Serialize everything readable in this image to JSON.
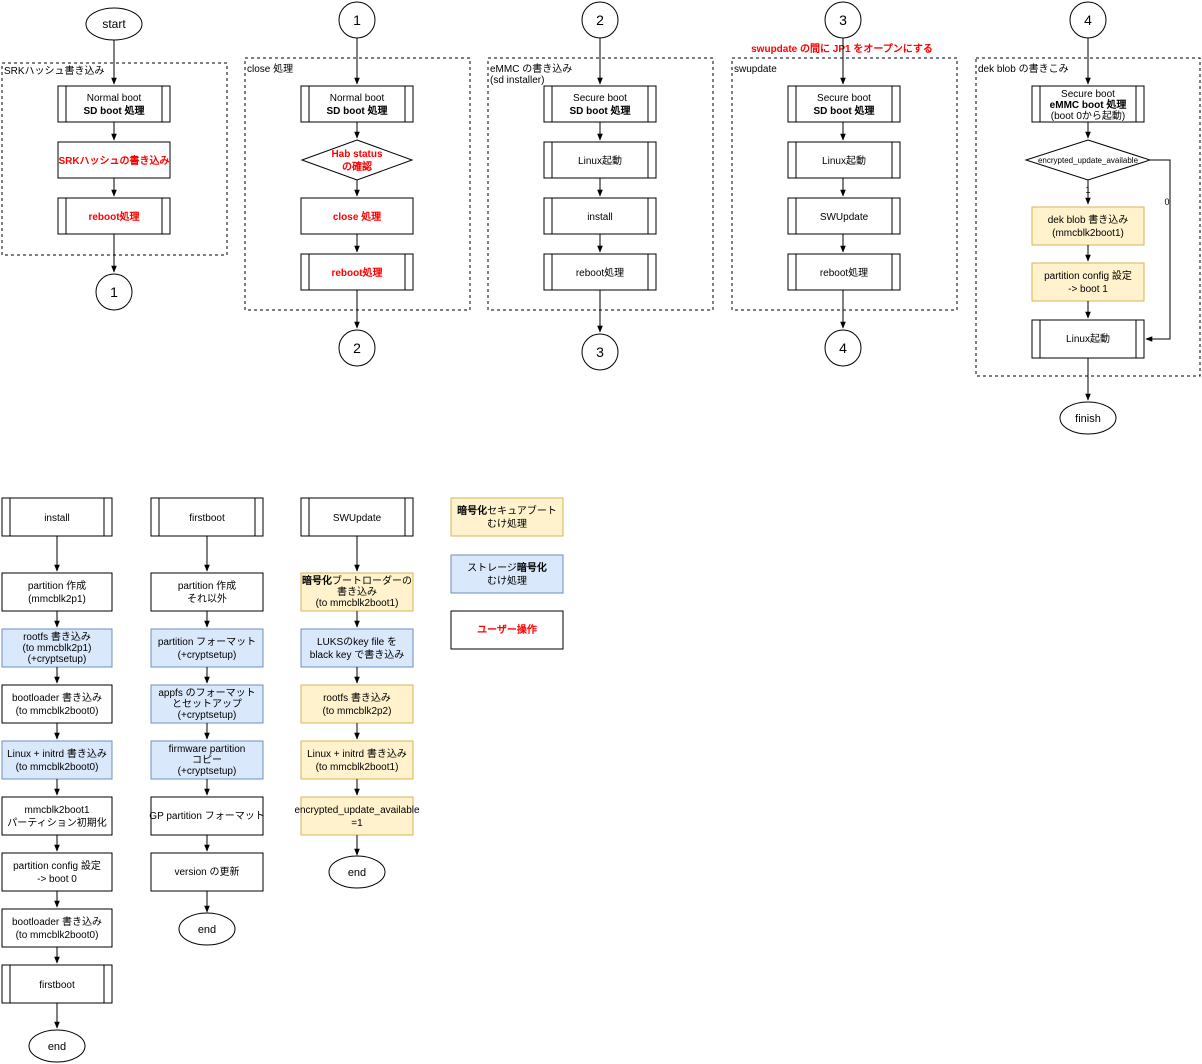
{
  "colors": {
    "stroke": "#000000",
    "yellow_fill": "#fff2cc",
    "yellow_stroke": "#d6b656",
    "blue_fill": "#dae8fc",
    "blue_stroke": "#6c8ebf",
    "red_text": "#ff0000"
  },
  "top_note": "swupdate の間に JP1 をオープンにする",
  "flow1": {
    "start": "start",
    "group": "SRKハッシュ書き込み",
    "boot_l1": "Normal boot",
    "boot_l2": "SD boot 処理",
    "srk": "SRKハッシュの書き込み",
    "reboot": "reboot処理",
    "end": "1"
  },
  "flow2": {
    "start": "1",
    "group": "close 処理",
    "boot_l1": "Normal boot",
    "boot_l2": "SD boot 処理",
    "hab_l1": "Hab status",
    "hab_l2": "の確認",
    "close": "close 処理",
    "reboot": "reboot処理",
    "end": "2"
  },
  "flow3": {
    "start": "2",
    "group_l1": "eMMC の書き込み",
    "group_l2": "(sd installer)",
    "boot_l1": "Secure boot",
    "boot_l2": "SD boot 処理",
    "linux": "Linux起動",
    "install": "install",
    "reboot": "reboot処理",
    "end": "3"
  },
  "flow4": {
    "start": "3",
    "group": "swupdate",
    "boot_l1": "Secure boot",
    "boot_l2": "SD boot 処理",
    "linux": "Linux起動",
    "swupdate": "SWUpdate",
    "reboot": "reboot処理",
    "end": "4"
  },
  "flow5": {
    "start": "4",
    "group": "dek blob の書きこみ",
    "boot_l1": "Secure boot",
    "boot_l2": "eMMC boot 処理",
    "boot_l3": "(boot 0から起動)",
    "decision": "encrypted_update_available",
    "yes": "1",
    "no": "0",
    "dek_l1": "dek blob 書き込み",
    "dek_l2": "(mmcblk2boot1)",
    "part_l1": "partition config 設定",
    "part_l2": "-> boot 1",
    "linux": "Linux起動",
    "end": "finish"
  },
  "install": {
    "title": "install",
    "s1_l1": "partition 作成",
    "s1_l2": "(mmcblk2p1)",
    "s2_l1": "rootfs 書き込み",
    "s2_l2": "(to mmcblk2p1)",
    "s2_l3": "(+cryptsetup)",
    "s3_l1": "bootloader 書き込み",
    "s3_l2": "(to mmcblk2boot0)",
    "s4_l1": "Linux + initrd 書き込み",
    "s4_l2": "(to mmcblk2boot0)",
    "s5_l1": "mmcblk2boot1",
    "s5_l2": "パーティション初期化",
    "s6_l1": "partition config 設定",
    "s6_l2": "-> boot 0",
    "s7_l1": "bootloader 書き込み",
    "s7_l2": "(to mmcblk2boot0)",
    "s8": "firstboot",
    "end": "end"
  },
  "firstboot": {
    "title": "firstboot",
    "s1_l1": "partition 作成",
    "s1_l2": "それ以外",
    "s2_l1": "partition フォーマット",
    "s2_l2": "(+cryptsetup)",
    "s3_l1": "appfs のフォーマット",
    "s3_l2": "とセットアップ",
    "s3_l3": "(+cryptsetup)",
    "s4_l1": "firmware partition",
    "s4_l2": "コピー",
    "s4_l3": "(+cryptsetup)",
    "s5": "GP partition フォーマット",
    "s6": "version の更新",
    "end": "end"
  },
  "swupdate_flow": {
    "title": "SWUpdate",
    "s1_l1a": "暗号化",
    "s1_l1b": "ブートローダーの",
    "s1_l2": "書き込み",
    "s1_l3": "(to mmcblk2boot1)",
    "s2_l1": "LUKSのkey file を",
    "s2_l2": "black key で書き込み",
    "s3_l1": "rootfs 書き込み",
    "s3_l2": "(to mmcblk2p2)",
    "s4_l1": "Linux + initrd 書き込み",
    "s4_l2": "(to mmcblk2boot1)",
    "s5_l1": "encrypted_update_available",
    "s5_l2": "=1",
    "end": "end"
  },
  "legend": {
    "secure_l1a": "暗号化",
    "secure_l1b": "セキュアブート",
    "secure_l2": "むけ処理",
    "storage_l1a": "ストレージ",
    "storage_l1b": "暗号化",
    "storage_l2": "むけ処理",
    "user": "ユーザー操作"
  }
}
